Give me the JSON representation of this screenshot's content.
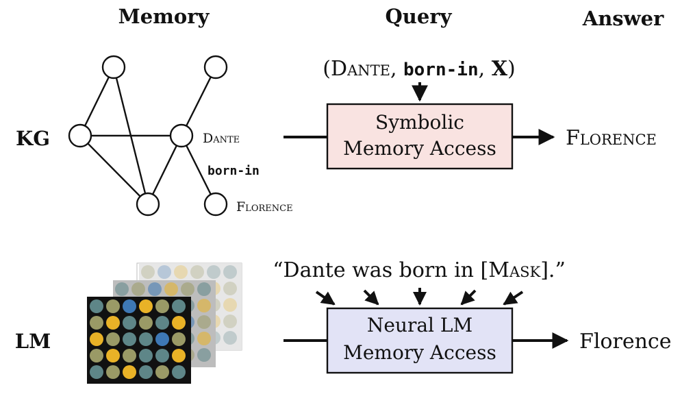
{
  "headers": {
    "memory": "Memory",
    "query": "Query",
    "answer": "Answer"
  },
  "rows": {
    "kg": {
      "label": "KG",
      "query_open": "(",
      "query_entity": "Dante",
      "query_sep1": ", ",
      "query_relation": "born-in",
      "query_sep2": ", ",
      "query_var": "X",
      "query_close": ")",
      "box_line1": "Symbolic",
      "box_line2": "Memory Access",
      "answer": "Florence",
      "graph_labels": {
        "dante": "Dante",
        "born_in": "born-in",
        "florence": "Florence"
      }
    },
    "lm": {
      "label": "LM",
      "query_text_pre": "“Dante was born in [",
      "query_mask": "Mask",
      "query_text_post": "].”",
      "box_line1": "Neural LM",
      "box_line2": "Memory Access",
      "answer": "Florence"
    }
  },
  "colors": {
    "symbolic_box_fill": "#f9e3e1",
    "neural_box_fill": "#e2e3f6",
    "lm_dot_blue": "#3e78b5",
    "lm_dot_teal": "#5e8688",
    "lm_dot_olive": "#9a9a66",
    "lm_dot_gold": "#e9b227",
    "lm_front_bg": "#111111"
  }
}
